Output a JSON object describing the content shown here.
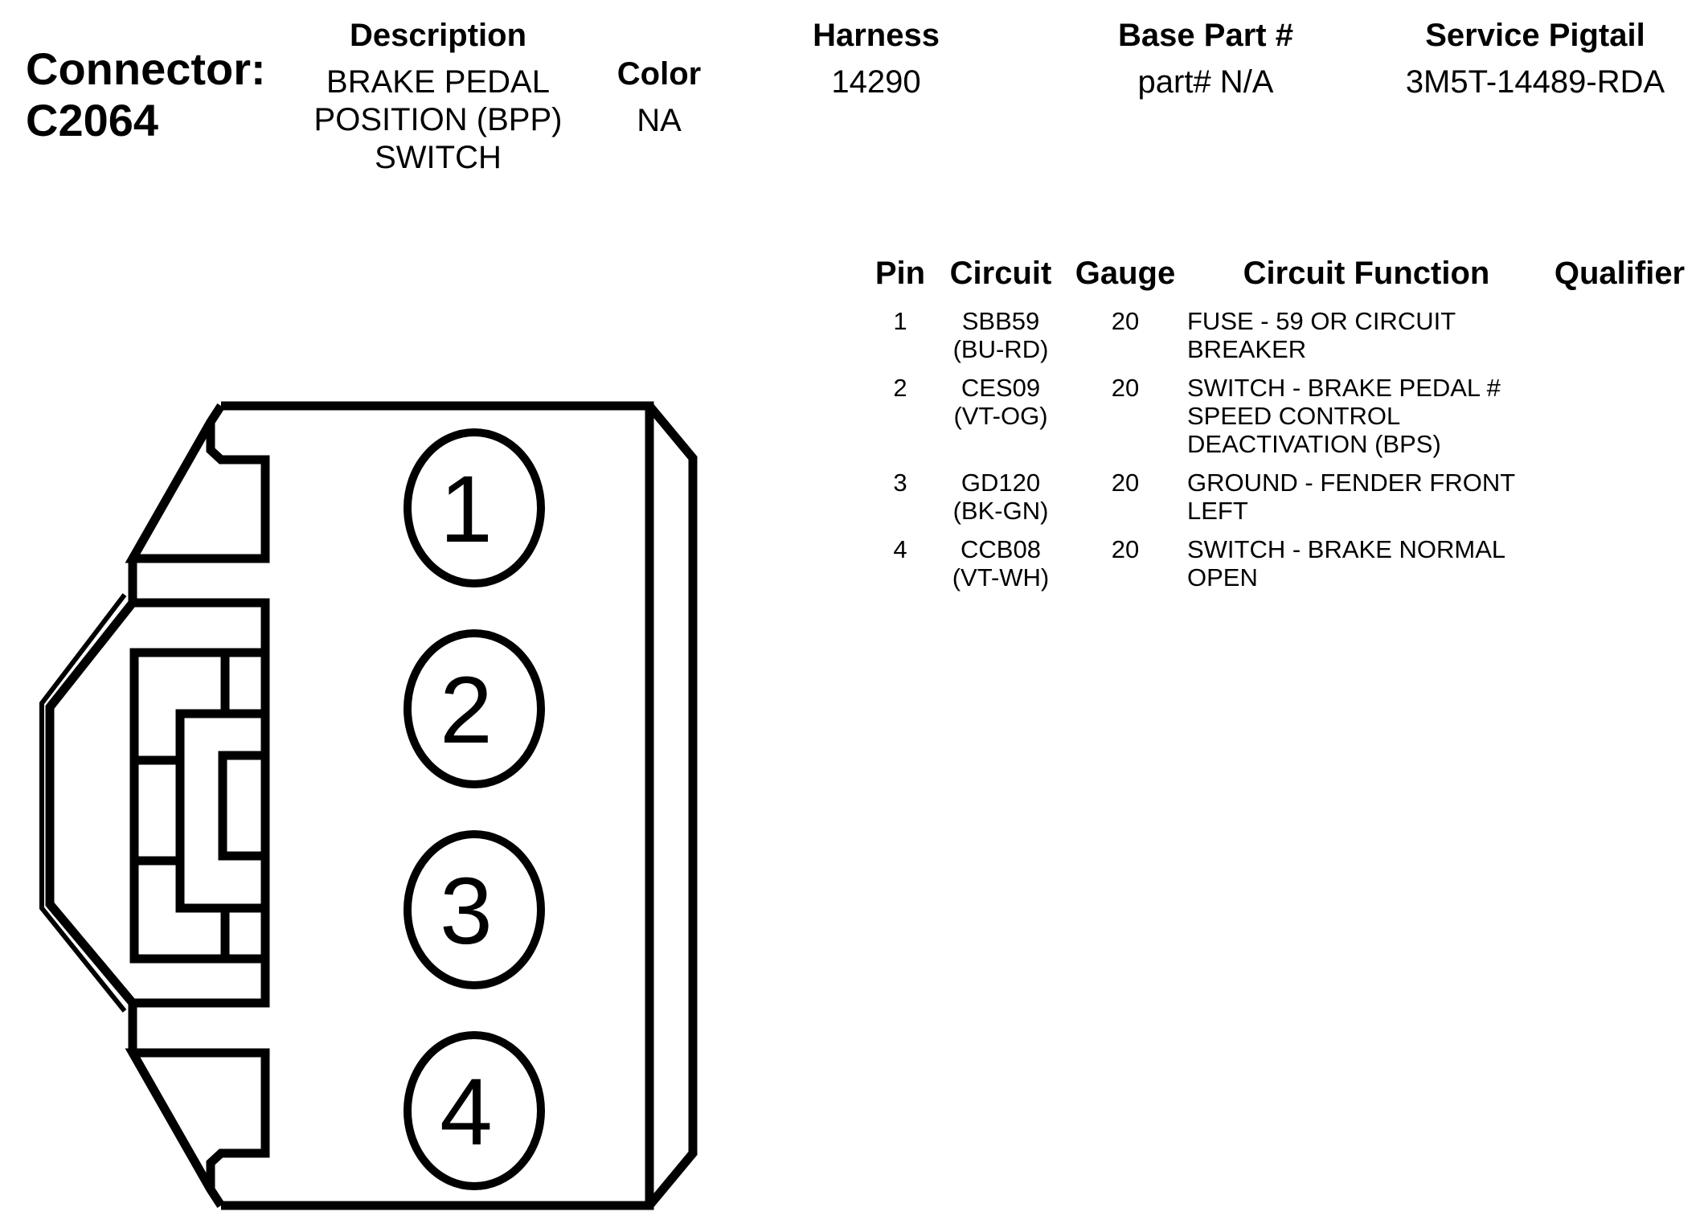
{
  "connector": {
    "label": "Connector:",
    "id": "C2064"
  },
  "header": {
    "description": {
      "title": "Description",
      "lines": [
        "BRAKE PEDAL",
        "POSITION (BPP)",
        "SWITCH"
      ]
    },
    "color": {
      "title": "Color",
      "value": "NA"
    },
    "harness": {
      "title": "Harness",
      "value": "14290"
    },
    "base_part": {
      "title": "Base Part #",
      "value": "part# N/A"
    },
    "service_pigtail": {
      "title": "Service Pigtail",
      "value": "3M5T-14489-RDA"
    }
  },
  "table": {
    "headers": {
      "pin": "Pin",
      "circuit": "Circuit",
      "gauge": "Gauge",
      "function": "Circuit Function",
      "qualifier": "Qualifier"
    },
    "rows": [
      {
        "pin": "1",
        "circuit": [
          "SBB59",
          "(BU-RD)"
        ],
        "gauge": "20",
        "function": [
          "FUSE - 59 OR CIRCUIT",
          "BREAKER"
        ]
      },
      {
        "pin": "2",
        "circuit": [
          "CES09",
          "(VT-OG)"
        ],
        "gauge": "20",
        "function": [
          "SWITCH - BRAKE PEDAL #",
          "SPEED CONTROL",
          "DEACTIVATION (BPS)"
        ]
      },
      {
        "pin": "3",
        "circuit": [
          "GD120",
          "(BK-GN)"
        ],
        "gauge": "20",
        "function": [
          "GROUND - FENDER FRONT",
          "LEFT"
        ]
      },
      {
        "pin": "4",
        "circuit": [
          "CCB08",
          "(VT-WH)"
        ],
        "gauge": "20",
        "function": [
          "SWITCH - BRAKE NORMAL",
          "OPEN"
        ]
      }
    ]
  },
  "diagram": {
    "pin_labels": [
      "1",
      "2",
      "3",
      "4"
    ],
    "stroke_color": "#000000"
  }
}
